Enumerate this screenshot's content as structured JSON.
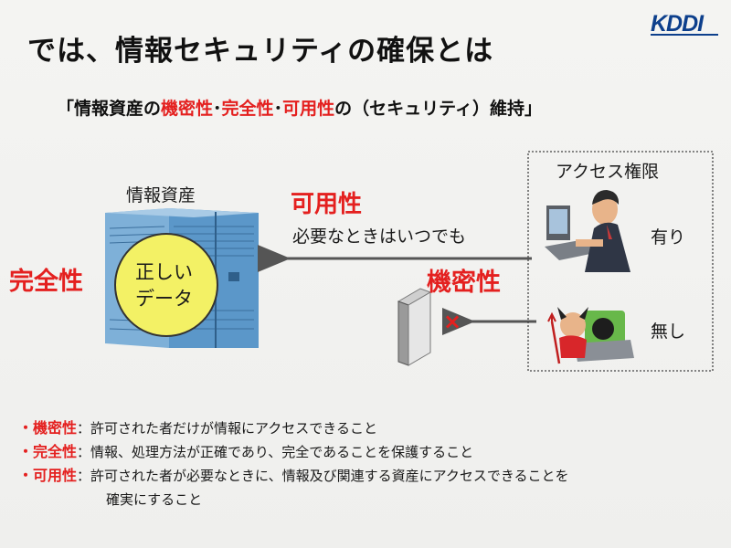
{
  "logo_text": "KDDI",
  "title": "では、情報セキュリティの確保とは",
  "subtitle": {
    "open": "「情報資産の",
    "term1": "機密性",
    "sep1": "･",
    "term2": "完全性",
    "sep2": "･",
    "term3": "可用性",
    "close": "の（セキュリティ）維持」"
  },
  "diagram": {
    "asset_label": "情報資産",
    "circle_line1": "正しい",
    "circle_line2": "データ",
    "integrity_label": "完全性",
    "availability_label": "可用性",
    "anytime_label": "必要なときはいつでも",
    "confidentiality_label": "機密性",
    "access_label": "アクセス権限",
    "yes_label": "有り",
    "no_label": "無し",
    "cross_mark": "×",
    "colors": {
      "accent_red": "#e4201f",
      "server_blue": "#5b97c9",
      "circle_yellow": "#f3f165"
    }
  },
  "bullets": [
    {
      "mark": "・",
      "term": "機密性",
      "colon": "：",
      "text": "許可された者だけが情報にアクセスできること"
    },
    {
      "mark": "・",
      "term": "完全性",
      "colon": "：",
      "text": "情報、処理方法が正確であり、完全であることを保護すること"
    },
    {
      "mark": "・",
      "term": "可用性",
      "colon": "：",
      "text": "許可された者が必要なときに、情報及び関連する資産にアクセスできることを",
      "cont": "確実にすること"
    }
  ]
}
